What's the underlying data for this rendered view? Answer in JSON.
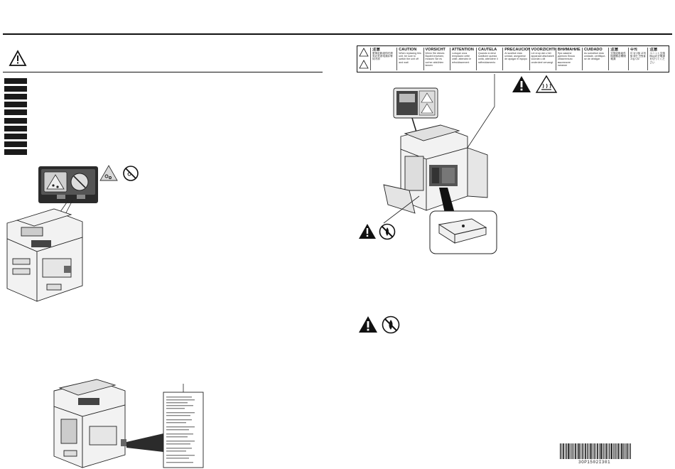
{
  "document": {
    "page_width": 950,
    "page_height": 660
  },
  "warning_label": {
    "languages": [
      {
        "title": "注意",
        "body": "更换定影组件时请务必关闭电源并等待冷却"
      },
      {
        "title": "CAUTION",
        "body": "When replacing this unit, be sure to switch the unit off and wait"
      },
      {
        "title": "VORSICHT",
        "body": "Wenn Sie dieses Bauteil ersetzen, müssen Sie es vorher abkühlen lassen"
      },
      {
        "title": "ATTENTION",
        "body": "Lorsque vous remplacez cette unité, attendez le refroidissement"
      },
      {
        "title": "CAUTELA",
        "body": "Quando si deve sostituire questa unità, attendere il raffreddamento"
      },
      {
        "title": "PRECAUCION",
        "body": "Al sustituir esta unidad, asegúrese de apagar el equipo"
      },
      {
        "title": "VOORZICHTIG",
        "body": "Let erop dat u het apparaat uitschakelt voordat u dit onderdeel vervangt"
      },
      {
        "title": "ВНИМАНИЕ",
        "body": "При замене данного блока обязательно выключите питание"
      },
      {
        "title": "CUIDADO",
        "body": "Ao substituir esta unidade, certifique-se de desligar"
      },
      {
        "title": "注意",
        "body": "交換定影組件時請務必關閉電源"
      },
      {
        "title": "주의",
        "body": "이 유닛을 교체할 때는 전원을 끄십시오"
      },
      {
        "title": "注意",
        "body": "ユニット交換時は必ず電源を切ってください"
      }
    ]
  },
  "barcode": {
    "number": "3OP1502I301"
  },
  "icons": {
    "warning": "warning-triangle-icon",
    "no_fire": "no-open-flame-icon",
    "hot": "hot-surface-icon"
  }
}
